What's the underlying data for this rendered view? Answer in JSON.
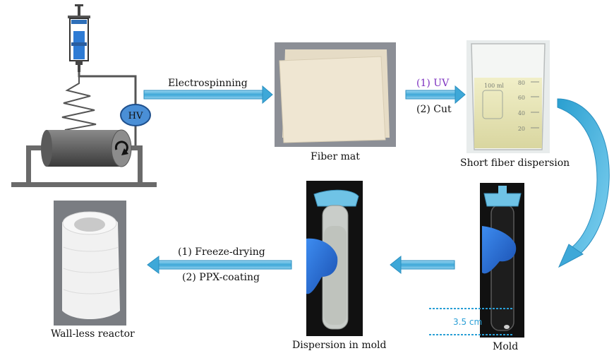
{
  "setup": {
    "hv_label": "HV"
  },
  "arrows": {
    "electrospinning": "Electrospinning",
    "uv": "(1) UV",
    "cut": "(2) Cut",
    "freeze_drying": "(1) Freeze-drying",
    "ppx_coating": "(2) PPX-coating"
  },
  "captions": {
    "fiber_mat": "Fiber mat",
    "short_fiber_dispersion": "Short fiber dispersion",
    "mold": "Mold",
    "dispersion_in_mold": "Dispersion in mold",
    "wall_less_reactor": "Wall-less reactor"
  },
  "beaker": {
    "scale": [
      "80",
      "60",
      "40",
      "20"
    ],
    "volume_mark": "100 ml"
  },
  "mold": {
    "height_label": "3.5 cm"
  },
  "colors": {
    "arrow_fill": "#5fb7e0",
    "uv_text": "#7b2fbf",
    "measure_line": "#2a9fd6",
    "hv_fill": "#4a8fd6"
  }
}
